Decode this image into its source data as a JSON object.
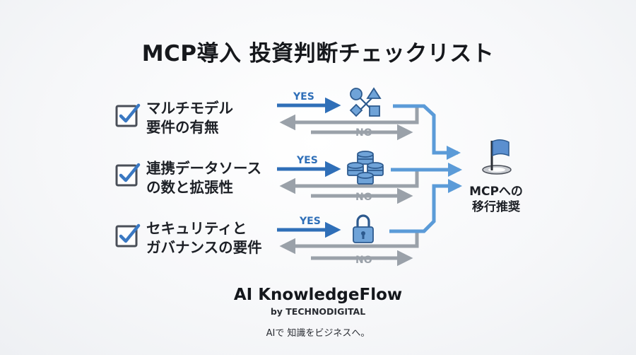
{
  "title": "MCP導入 投資判断チェックリスト",
  "criteria": [
    {
      "line1": "マルチモデル",
      "line2": "要件の有無",
      "yes": "YES",
      "no": "NO",
      "icon": "shapes-network-icon"
    },
    {
      "line1": "連携データソース",
      "line2": "の数と拡張性",
      "yes": "YES",
      "no": "NO",
      "icon": "database-stack-icon"
    },
    {
      "line1": "セキュリティと",
      "line2": "ガバナンスの要件",
      "yes": "YES",
      "no": "NO",
      "icon": "padlock-icon"
    }
  ],
  "target": {
    "line1": "MCPへの",
    "line2": "移行推奨",
    "icon": "flag-icon"
  },
  "brand": {
    "name": "AI KnowledgeFlow",
    "by": "by TECHNODIGITAL",
    "tagline": "AIで 知識をビジネスへ。"
  },
  "colors": {
    "yes": "#2f6fb8",
    "no": "#9aa1a9",
    "connector": "#5b9bd8",
    "check": "#3a78c2",
    "box": "#4a4f58"
  }
}
